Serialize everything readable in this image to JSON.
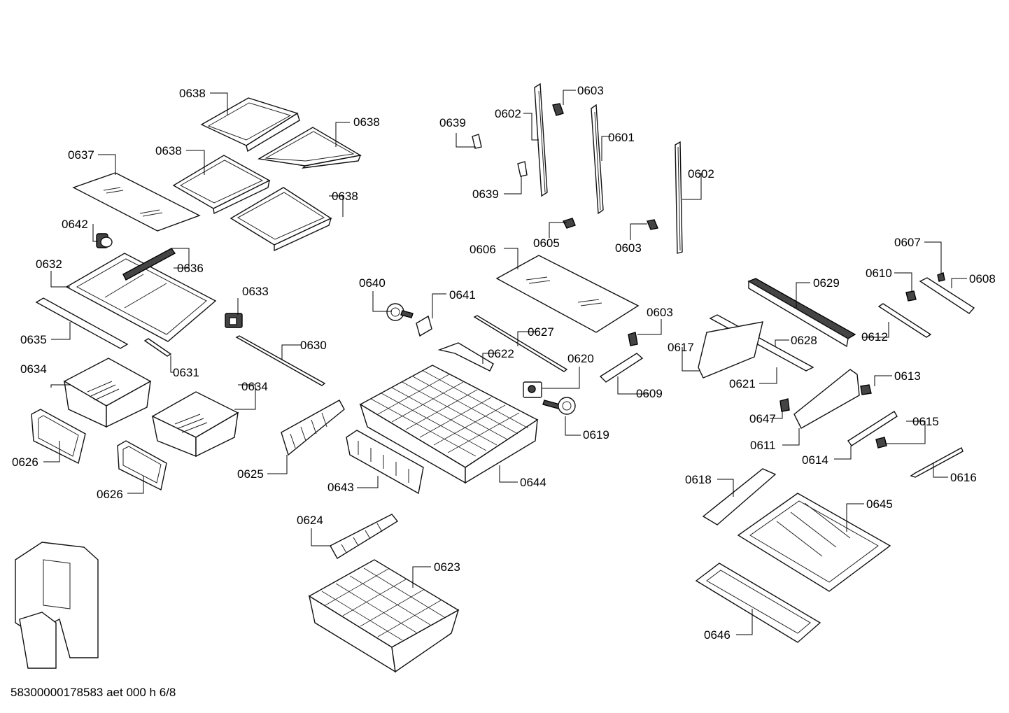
{
  "labels": {
    "l0601": "0601",
    "l0602a": "0602",
    "l0602b": "0602",
    "l0603a": "0603",
    "l0603b": "0603",
    "l0603c": "0603",
    "l0605": "0605",
    "l0606": "0606",
    "l0607": "0607",
    "l0608": "0608",
    "l0609": "0609",
    "l0610": "0610",
    "l0611": "0611",
    "l0612": "0612",
    "l0613": "0613",
    "l0614": "0614",
    "l0615": "0615",
    "l0616": "0616",
    "l0617": "0617",
    "l0618": "0618",
    "l0619": "0619",
    "l0620": "0620",
    "l0621": "0621",
    "l0622": "0622",
    "l0623": "0623",
    "l0624": "0624",
    "l0625": "0625",
    "l0626a": "0626",
    "l0626b": "0626",
    "l0627": "0627",
    "l0628": "0628",
    "l0629": "0629",
    "l0630": "0630",
    "l0631": "0631",
    "l0632": "0632",
    "l0633": "0633",
    "l0634a": "0634",
    "l0634b": "0634",
    "l0635": "0635",
    "l0636": "0636",
    "l0637": "0637",
    "l0638a": "0638",
    "l0638b": "0638",
    "l0638c": "0638",
    "l0638d": "0638",
    "l0639a": "0639",
    "l0639b": "0639",
    "l0640": "0640",
    "l0641": "0641",
    "l0642": "0642",
    "l0643": "0643",
    "l0644": "0644",
    "l0645": "0645",
    "l0646": "0646",
    "l0647": "0647"
  },
  "footer": {
    "doc_id": "58300000178583 aet 000 h 6/8"
  }
}
